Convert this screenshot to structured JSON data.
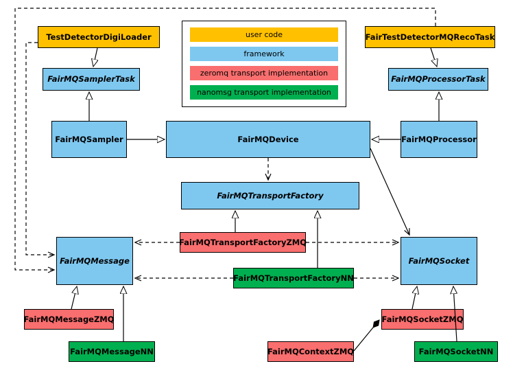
{
  "colors": {
    "user_code": "#FFC000",
    "framework": "#7EC8F0",
    "zeromq_impl": "#F96E6E",
    "nanomsg_impl": "#00B050",
    "line": "#000000",
    "background": "#FFFFFF"
  },
  "legend": {
    "user_code": "user code",
    "framework": "framework",
    "zeromq": "zeromq transport implementation",
    "nanomsg": "nanomsg transport implementation"
  },
  "nodes": {
    "test_detector_digi_loader": "TestDetectorDigiLoader",
    "fair_test_detector_mq_reco_task": "FairTestDetectorMQRecoTask",
    "fairmq_sampler_task": "FairMQSamplerTask",
    "fairmq_processor_task": "FairMQProcessorTask",
    "fairmq_sampler": "FairMQSampler",
    "fairmq_device": "FairMQDevice",
    "fairmq_processor": "FairMQProcessor",
    "fairmq_transport_factory": "FairMQTransportFactory",
    "fairmq_transport_factory_zmq": "FairMQTransportFactoryZMQ",
    "fairmq_transport_factory_nn": "FairMQTransportFactoryNN",
    "fairmq_message": "FairMQMessage",
    "fairmq_socket": "FairMQSocket",
    "fairmq_message_zmq": "FairMQMessageZMQ",
    "fairmq_message_nn": "FairMQMessageNN",
    "fairmq_socket_zmq": "FairMQSocketZMQ",
    "fairmq_socket_nn": "FairMQSocketNN",
    "fairmq_context_zmq": "FairMQContextZMQ"
  }
}
